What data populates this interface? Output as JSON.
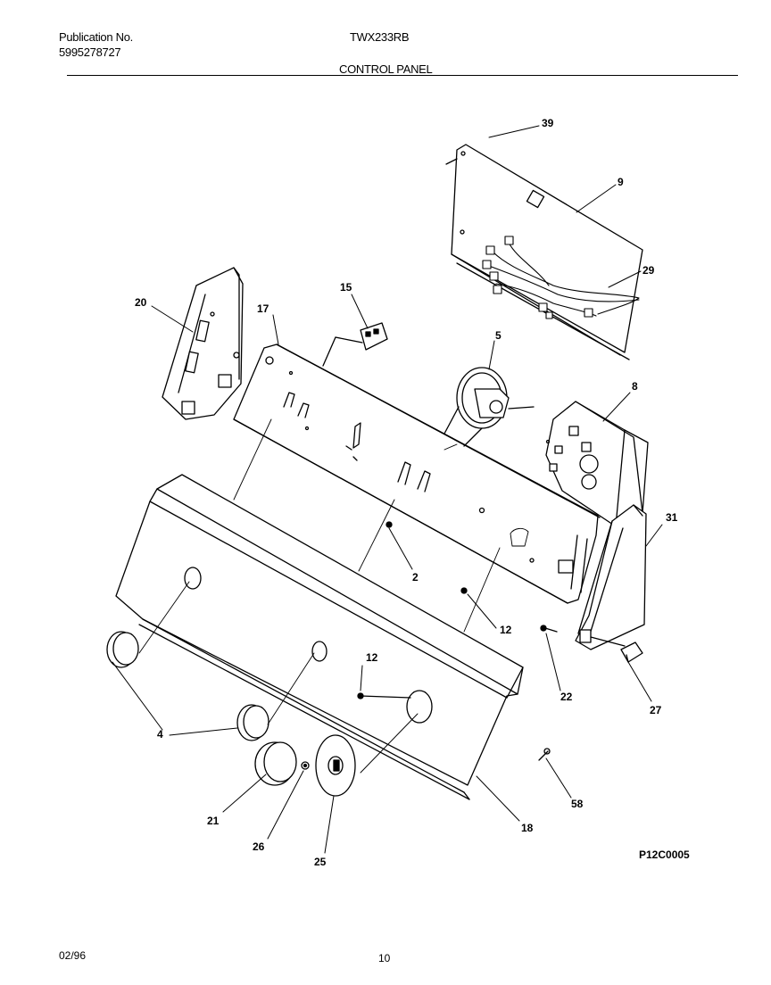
{
  "header": {
    "publication_label": "Publication No.",
    "publication_number": "5995278727",
    "model": "TWX233RB",
    "section_title": "CONTROL PANEL"
  },
  "diagram": {
    "callouts": {
      "c39": "39",
      "c9": "9",
      "c29": "29",
      "c20": "20",
      "c15": "15",
      "c17": "17",
      "c5": "5",
      "c8": "8",
      "c31": "31",
      "c2": "2",
      "c12a": "12",
      "c12b": "12",
      "c4": "4",
      "c22": "22",
      "c27": "27",
      "c21": "21",
      "c26": "26",
      "c25": "25",
      "c18": "18",
      "c58": "58"
    },
    "drawing_code": "P12C0005"
  },
  "footer": {
    "date": "02/96",
    "page": "10"
  }
}
